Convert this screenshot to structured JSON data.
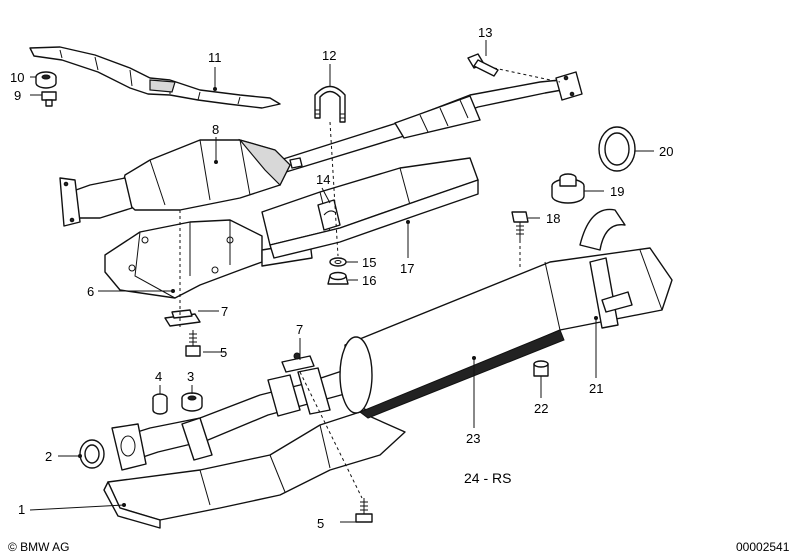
{
  "parts": [
    {
      "id": "1",
      "label": "1"
    },
    {
      "id": "2",
      "label": "2"
    },
    {
      "id": "3",
      "label": "3"
    },
    {
      "id": "4",
      "label": "4"
    },
    {
      "id": "5a",
      "label": "5"
    },
    {
      "id": "5b",
      "label": "5"
    },
    {
      "id": "6",
      "label": "6"
    },
    {
      "id": "7a",
      "label": "7"
    },
    {
      "id": "7b",
      "label": "7"
    },
    {
      "id": "8",
      "label": "8"
    },
    {
      "id": "9",
      "label": "9"
    },
    {
      "id": "10",
      "label": "10"
    },
    {
      "id": "11",
      "label": "11"
    },
    {
      "id": "12",
      "label": "12"
    },
    {
      "id": "13",
      "label": "13"
    },
    {
      "id": "14",
      "label": "14"
    },
    {
      "id": "15",
      "label": "15"
    },
    {
      "id": "16",
      "label": "16"
    },
    {
      "id": "17",
      "label": "17"
    },
    {
      "id": "18",
      "label": "18"
    },
    {
      "id": "19",
      "label": "19"
    },
    {
      "id": "20",
      "label": "20"
    },
    {
      "id": "21",
      "label": "21"
    },
    {
      "id": "22",
      "label": "22"
    },
    {
      "id": "23",
      "label": "23"
    }
  ],
  "variant_label": "24 - RS",
  "footer": {
    "brand": "© BMW AG",
    "doc_number": "00002541"
  }
}
